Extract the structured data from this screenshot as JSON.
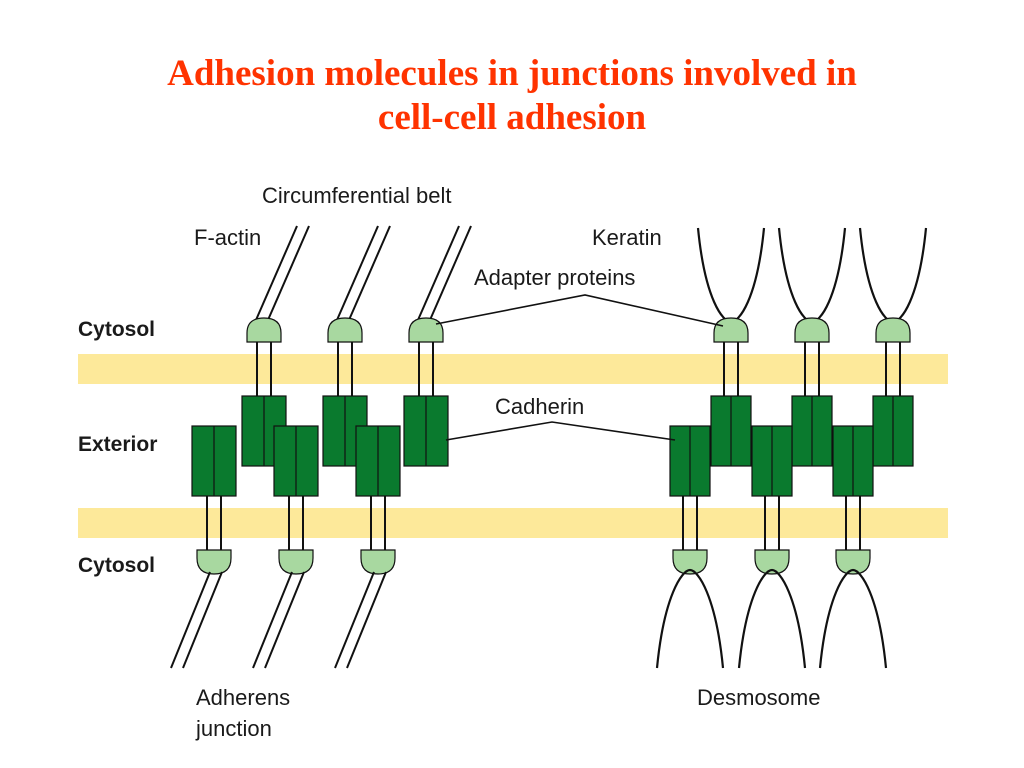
{
  "title": {
    "line1": "Adhesion molecules in junctions involved in",
    "line2": "cell-cell adhesion"
  },
  "labels": {
    "circumferential_belt": "Circumferential belt",
    "f_actin": "F-actin",
    "keratin": "Keratin",
    "adapter_proteins": "Adapter proteins",
    "cadherin": "Cadherin",
    "cytosol_top": "Cytosol",
    "exterior": "Exterior",
    "cytosol_bottom": "Cytosol",
    "adherens_line1": "Adherens",
    "adherens_line2": "junction",
    "desmosome": "Desmosome"
  },
  "colors": {
    "title": "#ff3300",
    "membrane": "#fde99a",
    "cadherin": "#0a7a2e",
    "adapter": "#a8d8a0",
    "line": "#111111"
  }
}
